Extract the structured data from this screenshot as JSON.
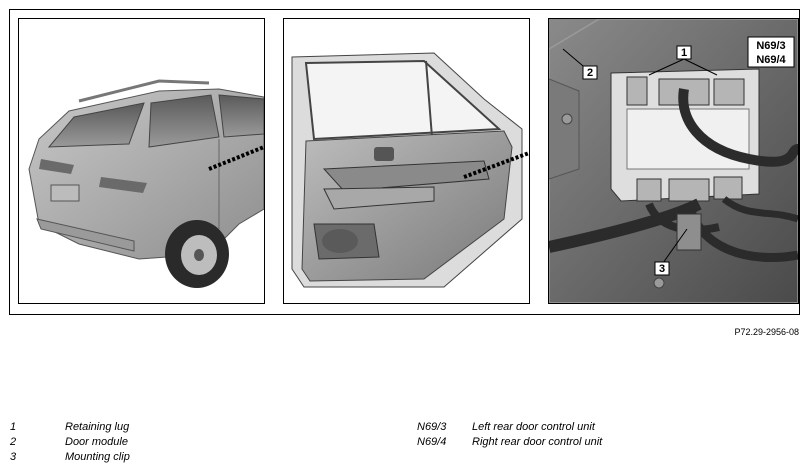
{
  "figure_code": "P72.29-2956-08",
  "callouts": {
    "c1": "1",
    "c2": "2",
    "c3": "3",
    "n693": "N69/3",
    "n694": "N69/4"
  },
  "legend_left": [
    {
      "num": "1",
      "text": "Retaining lug"
    },
    {
      "num": "2",
      "text": "Door module"
    },
    {
      "num": "3",
      "text": "Mounting clip"
    }
  ],
  "legend_right": [
    {
      "num": "N69/3",
      "text": "Left rear door control unit"
    },
    {
      "num": "N69/4",
      "text": "Right rear door control unit"
    }
  ]
}
